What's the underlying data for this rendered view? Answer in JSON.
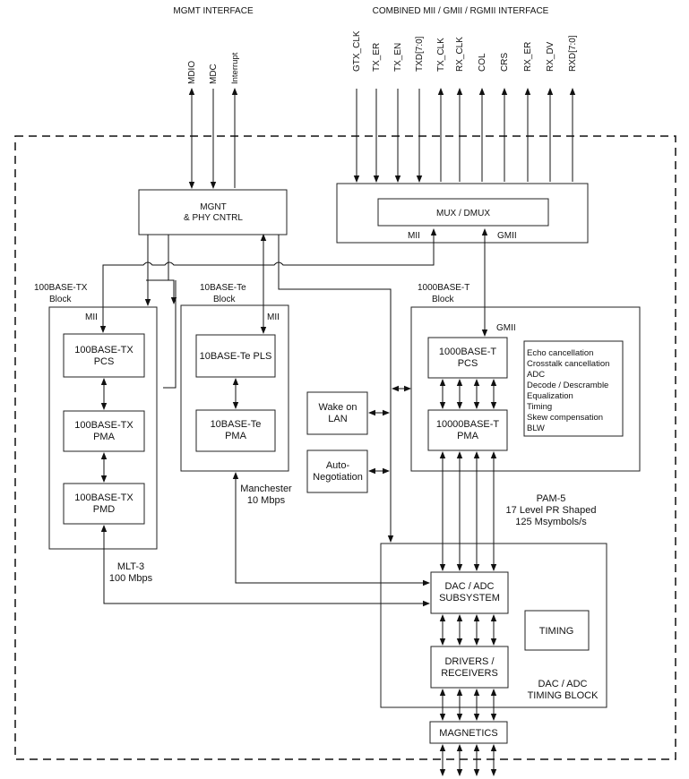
{
  "headers": {
    "mgmt_interface": "MGMT INTERFACE",
    "combined_interface": "COMBINED MII / GMII / RGMII  INTERFACE"
  },
  "mgmt_signals": [
    "MDIO",
    "MDC",
    "Interrupt"
  ],
  "combined_signals": [
    "GTX_CLK",
    "TX_ER",
    "TX_EN",
    "TXD[7:0]",
    "TX_CLK",
    "RX_CLK",
    "COL",
    "CRS",
    "RX_ER",
    "RX_DV",
    "RXD[7:0]"
  ],
  "mgmt_box": {
    "line1": "MGNT",
    "line2": "& PHY CNTRL"
  },
  "mux_box": {
    "inner": "MUX / DMUX",
    "mii": "MII",
    "gmii": "GMII"
  },
  "block_100tx": {
    "title1": "100BASE-TX",
    "title2": "Block",
    "mii": "MII",
    "pcs1": "100BASE-TX",
    "pcs2": "PCS",
    "pma1": "100BASE-TX",
    "pma2": "PMA",
    "pmd1": "100BASE-TX",
    "pmd2": "PMD"
  },
  "block_10te": {
    "title1": "10BASE-Te",
    "title2": "Block",
    "mii": "MII",
    "pls": "10BASE-Te PLS",
    "pma1": "10BASE-Te",
    "pma2": "PMA"
  },
  "block_1000t": {
    "title1": "1000BASE-T",
    "title2": "Block",
    "gmii": "GMII",
    "pcs1": "1000BASE-T",
    "pcs2": "PCS",
    "pma1": "10000BASE-T",
    "pma2": "PMA",
    "features": [
      "Echo cancellation",
      "Crosstalk cancellation",
      "ADC",
      "Decode / Descramble",
      "Equalization",
      "Timing",
      "Skew compensation",
      "BLW"
    ]
  },
  "wake_on_lan": {
    "line1": "Wake on",
    "line2": "LAN"
  },
  "auto_neg": {
    "line1": "Auto-",
    "line2": "Negotiation"
  },
  "labels": {
    "manchester1": "Manchester",
    "manchester2": "10 Mbps",
    "mlt1": "MLT-3",
    "mlt2": "100 Mbps",
    "pam1": "PAM-5",
    "pam2": "17 Level PR Shaped",
    "pam3": "125 Msymbols/s"
  },
  "dac_block": {
    "dac1": "DAC / ADC",
    "dac2": "SUBSYSTEM",
    "timing": "TIMING",
    "drv1": "DRIVERS /",
    "drv2": "RECEIVERS",
    "title1": "DAC / ADC",
    "title2": "TIMING BLOCK"
  },
  "magnetics": "MAGNETICS"
}
